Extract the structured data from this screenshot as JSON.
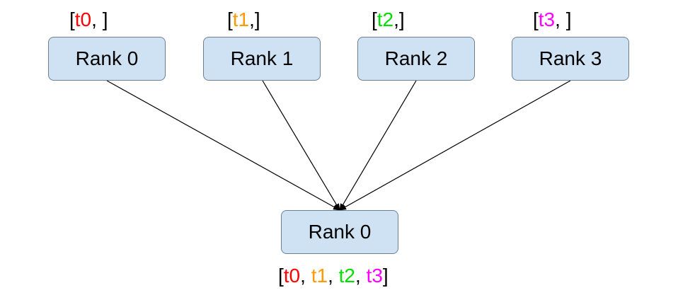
{
  "colors": {
    "t0": "#ff0000",
    "t1": "#ff9900",
    "t2": "#00dd00",
    "t3": "#ff00ff",
    "box_fill": "#cfe2f3",
    "box_border": "#6d7f8f",
    "text": "#000000"
  },
  "sources": [
    {
      "rank": "Rank 0",
      "tensor": "t0",
      "tail": ", ]",
      "color_key": "t0"
    },
    {
      "rank": "Rank 1",
      "tensor": "t1",
      "tail": ",]",
      "color_key": "t1"
    },
    {
      "rank": "Rank 2",
      "tensor": "t2",
      "tail": ",]",
      "color_key": "t2"
    },
    {
      "rank": "Rank 3",
      "tensor": "t3",
      "tail": ", ]",
      "color_key": "t3"
    }
  ],
  "destination": {
    "rank": "Rank 0",
    "open": "[",
    "t0": "t0",
    "t1": "t1",
    "t2": "t2",
    "t3": "t3",
    "sep": ", ",
    "close": "]"
  },
  "bracket_open": "["
}
